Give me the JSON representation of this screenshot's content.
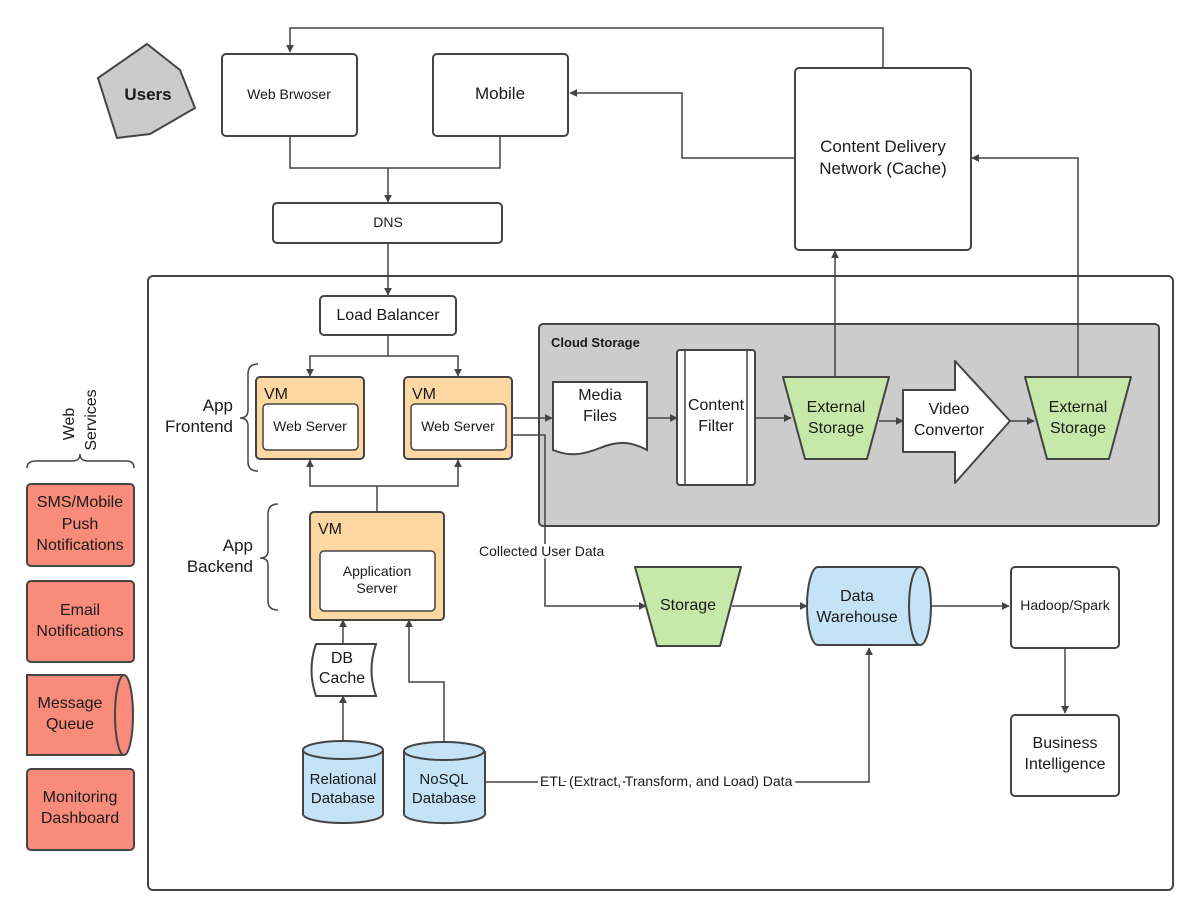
{
  "colors": {
    "stroke": "#444444",
    "orange": "#fed8a3",
    "green": "#c6e8a8",
    "blue": "#c4e3f7",
    "red": "#f98b7b",
    "gray": "#cccccc",
    "star": "#cbcbcb"
  },
  "users": "Users",
  "web_browser": "Web Brwoser",
  "mobile": "Mobile",
  "cdn": {
    "line1": "Content Delivery",
    "line2": "Network (Cache)"
  },
  "dns": "DNS",
  "load_balancer": "Load Balancer",
  "app_frontend": {
    "line1": "App",
    "line2": "Frontend"
  },
  "app_backend": {
    "line1": "App",
    "line2": "Backend"
  },
  "vm_label": "VM",
  "web_server": "Web Server",
  "application_server": {
    "line1": "Application",
    "line2": "Server"
  },
  "db_cache": {
    "line1": "DB",
    "line2": "Cache"
  },
  "relational_db": {
    "line1": "Relational",
    "line2": "Database"
  },
  "nosql_db": {
    "line1": "NoSQL",
    "line2": "Database"
  },
  "etl_label": "ETL (Extract, Transform, and Load) Data",
  "cloud_storage": "Cloud Storage",
  "media_files": {
    "line1": "Media",
    "line2": "Files"
  },
  "content_filter": {
    "line1": "Content",
    "line2": "Filter"
  },
  "external_storage": {
    "line1": "External",
    "line2": "Storage"
  },
  "video_convertor": {
    "line1": "Video",
    "line2": "Convertor"
  },
  "collected_user_data": "Collected User Data",
  "storage": "Storage",
  "data_warehouse": {
    "line1": "Data",
    "line2": "Warehouse"
  },
  "hadoop_spark": "Hadoop/Spark",
  "business_intelligence": {
    "line1": "Business",
    "line2": "Intelligence"
  },
  "web_services": {
    "line1": "Web",
    "line2": "Services"
  },
  "sms_push": {
    "line1": "SMS/Mobile",
    "line2": "Push",
    "line3": "Notifications"
  },
  "email_notifications": {
    "line1": "Email",
    "line2": "Notifications"
  },
  "message_queue": {
    "line1": "Message",
    "line2": "Queue"
  },
  "monitoring_dashboard": {
    "line1": "Monitoring",
    "line2": "Dashboard"
  }
}
